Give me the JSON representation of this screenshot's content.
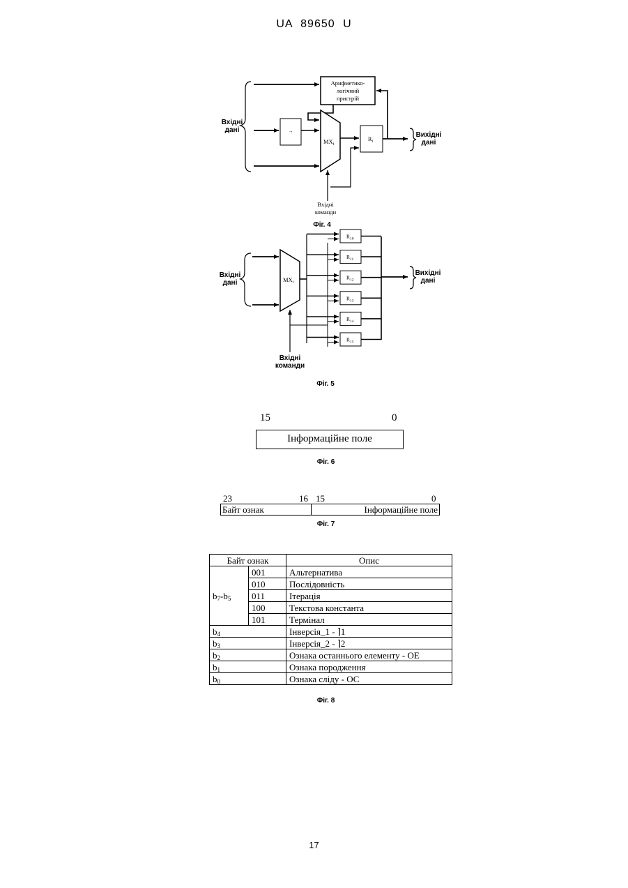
{
  "header": {
    "doc_id": "UA 89650 U"
  },
  "fig4": {
    "alu_lines": [
      "Арифметико-",
      "логічний",
      "пристрій"
    ],
    "input_data_lines": [
      "Вхідні",
      "дані"
    ],
    "output_data_lines": [
      "Вихідні",
      "дані"
    ],
    "mux_label": "MX",
    "mux_sub": "i",
    "register_label": "R",
    "register_sub": "i",
    "small_block_symbol": "→",
    "commands_lines": [
      "Вхідні",
      "команди"
    ],
    "caption": "Фіг. 4"
  },
  "fig5": {
    "input_data_lines": [
      "Вхідні",
      "дані"
    ],
    "output_data_lines": [
      "Вихідні",
      "дані"
    ],
    "mux_label": "MX",
    "mux_sub": "i",
    "registers": [
      {
        "label": "R",
        "sub": "10"
      },
      {
        "label": "R",
        "sub": "11"
      },
      {
        "label": "R",
        "sub": "12"
      },
      {
        "label": "R",
        "sub": "13"
      },
      {
        "label": "R",
        "sub": "14"
      },
      {
        "label": "R",
        "sub": "15"
      }
    ],
    "commands_lines": [
      "Вхідні",
      "команди"
    ],
    "caption": "Фіг. 5"
  },
  "fig6": {
    "bit_high": "15",
    "bit_low": "0",
    "field": "Інформаційне поле",
    "caption": "Фіг. 6"
  },
  "fig7": {
    "bit_23": "23",
    "bit_16": "16",
    "bit_15": "15",
    "bit_0": "0",
    "field_left": "Байт ознак",
    "field_right": "Інформаційне поле",
    "caption": "Фіг. 7"
  },
  "fig8": {
    "col_head_1": "Байт ознак",
    "col_head_2": "Опис",
    "group_label": "b",
    "group_sub_a": "7",
    "group_dash": "-b",
    "group_sub_b": "5",
    "group_rows": [
      {
        "code": "001",
        "desc": "Альтернатива"
      },
      {
        "code": "010",
        "desc": "Послідовність"
      },
      {
        "code": "011",
        "desc": "Ітерація"
      },
      {
        "code": "100",
        "desc": "Текстова константа"
      },
      {
        "code": "101",
        "desc": "Термінал"
      }
    ],
    "bit_rows": [
      {
        "bit": "b",
        "sub": "4",
        "desc": "Інверсія_1 - ",
        "mark": "⌉1"
      },
      {
        "bit": "b",
        "sub": "3",
        "desc": "Інверсія_2 - ",
        "mark": "⌉2"
      },
      {
        "bit": "b",
        "sub": "2",
        "desc": "Ознака останнього елементу - ОЕ",
        "mark": ""
      },
      {
        "bit": "b",
        "sub": "1",
        "desc": "Ознака породження",
        "mark": ""
      },
      {
        "bit": "b",
        "sub": "0",
        "desc": "Ознака сліду - ОС",
        "mark": ""
      }
    ],
    "caption": "Фіг. 8"
  },
  "page_number": "17"
}
